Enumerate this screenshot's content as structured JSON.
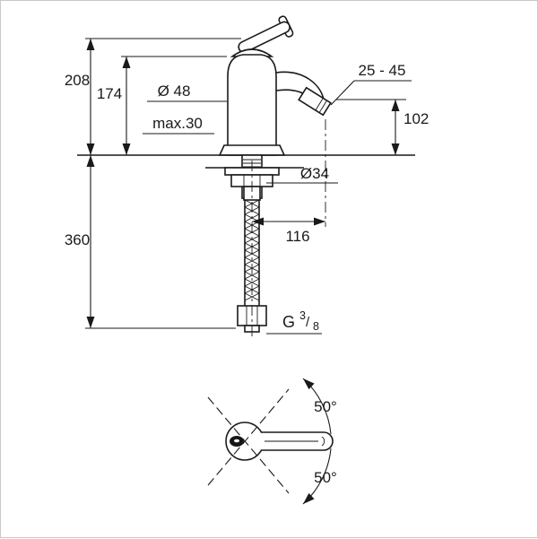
{
  "meta": {
    "background": "#ffffff",
    "frame_color": "#c8c8c8",
    "ink_color": "#1a1a1a"
  },
  "side_view": {
    "dim_total_height": "208",
    "dim_body_height": "174",
    "dim_base_diameter": "Ø 48",
    "dim_max_mounting_thickness": "max.30",
    "dim_spout_outlet_range": "25 - 45",
    "dim_outlet_height": "102",
    "dim_hole_diameter": "Ø34",
    "dim_spout_projection": "116",
    "dim_hose_length": "360",
    "thread": {
      "prefix": "G",
      "numerator": "3",
      "slash": "/",
      "denominator": "8"
    }
  },
  "bottom_view": {
    "swivel_angle_upper": "50°",
    "swivel_angle_lower": "50°"
  }
}
